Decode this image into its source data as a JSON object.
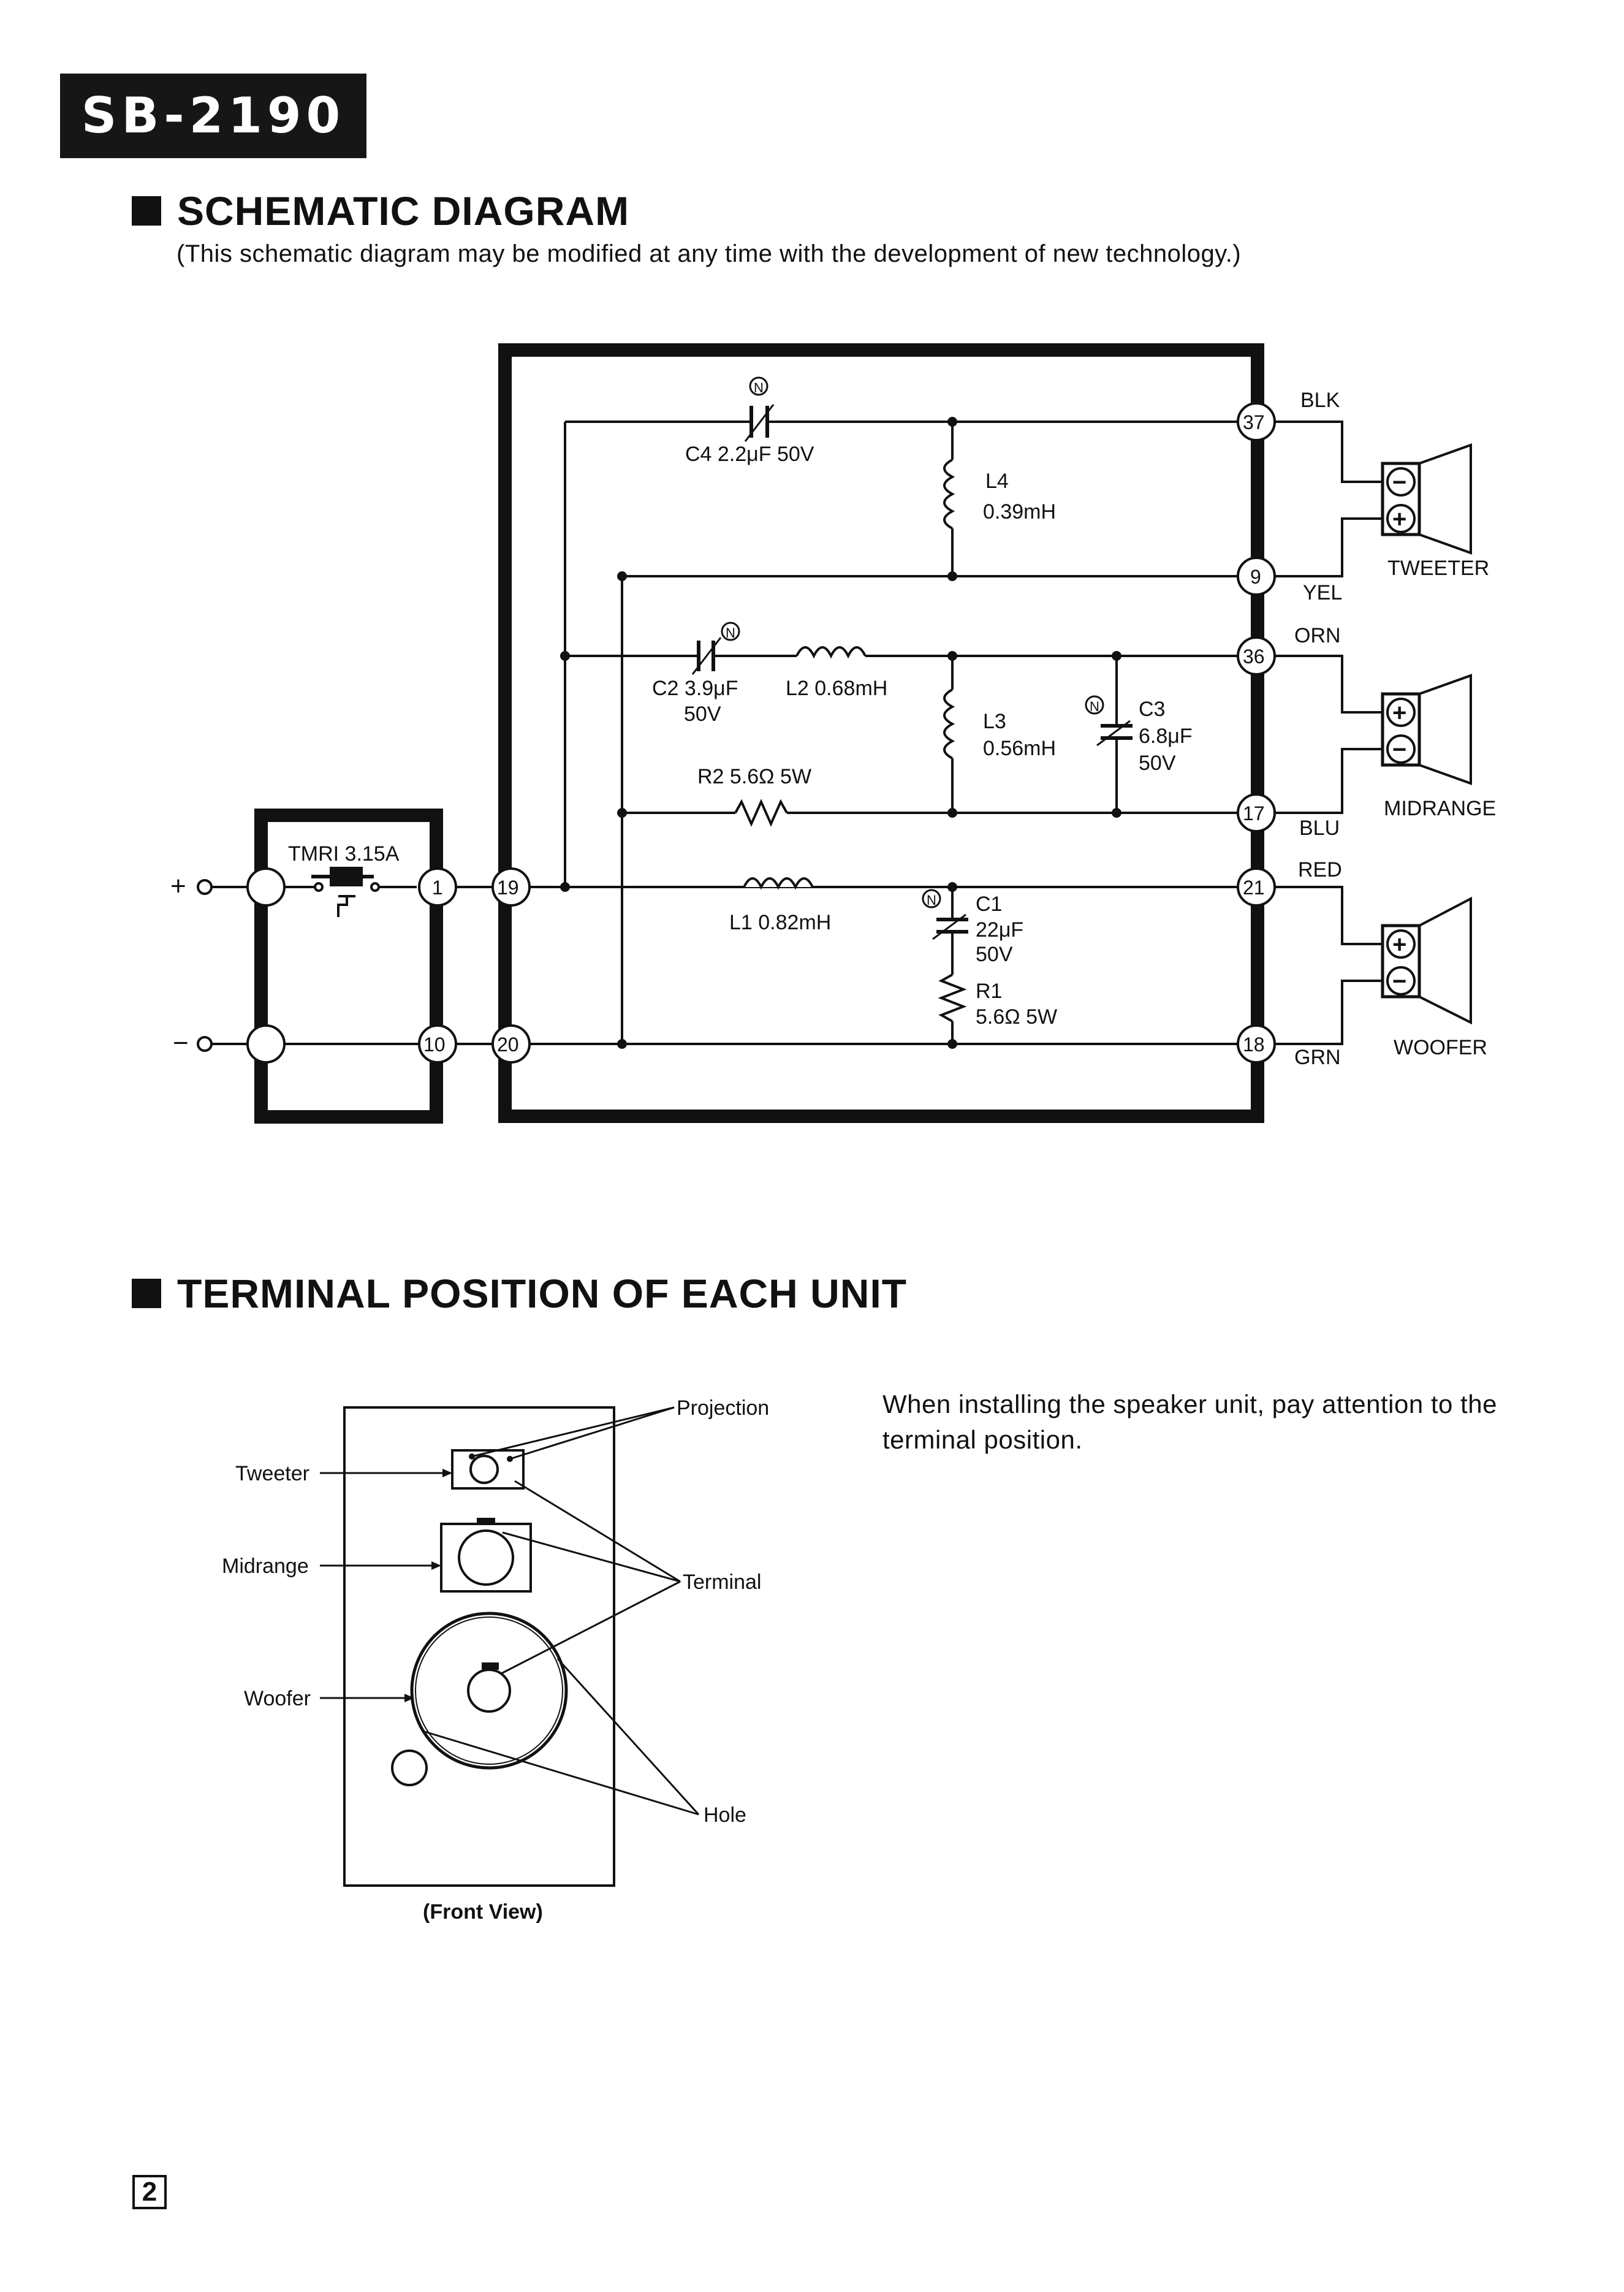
{
  "header": {
    "model": "SB-2190"
  },
  "schematic": {
    "title": "SCHEMATIC DIAGRAM",
    "note": "(This schematic diagram may be modified at any time with the development of new technology.)",
    "fuse_label": "TMRI 3.15A",
    "input_plus": "+",
    "input_minus": "−",
    "mark_n": "N",
    "terminals": [
      "1",
      "10",
      "19",
      "20",
      "37",
      "9",
      "36",
      "17",
      "21",
      "18"
    ],
    "components": {
      "c4": "C4 2.2μF 50V",
      "l4_name": "L4",
      "l4_value": "0.39mH",
      "c2_name": "C2 3.9μF",
      "c2_volt": "50V",
      "l2": "L2  0.68mH",
      "l3_name": "L3",
      "l3_value": "0.56mH",
      "c3_name": "C3",
      "c3_value": "6.8μF",
      "c3_volt": "50V",
      "r2": "R2   5.6Ω   5W",
      "l1": "L1   0.82mH",
      "c1_name": "C1",
      "c1_value": "22μF",
      "c1_volt": "50V",
      "r1_name": "R1",
      "r1_value": "5.6Ω    5W"
    },
    "wires": {
      "blk": "BLK",
      "yel": "YEL",
      "orn": "ORN",
      "blu": "BLU",
      "red": "RED",
      "grn": "GRN"
    },
    "speakers": {
      "tweeter": "TWEETER",
      "midrange": "MIDRANGE",
      "woofer": "WOOFER"
    },
    "polarity": {
      "plus": "+",
      "minus": "−"
    }
  },
  "terminal_section": {
    "title": "TERMINAL POSITION OF EACH UNIT",
    "labels": {
      "tweeter": "Tweeter",
      "midrange": "Midrange",
      "woofer": "Woofer",
      "projection": "Projection",
      "terminal": "Terminal",
      "hole": "Hole",
      "front_view": "(Front View)"
    },
    "install_note": "When installing the speaker unit, pay attention to the terminal position."
  },
  "page_number": "2"
}
